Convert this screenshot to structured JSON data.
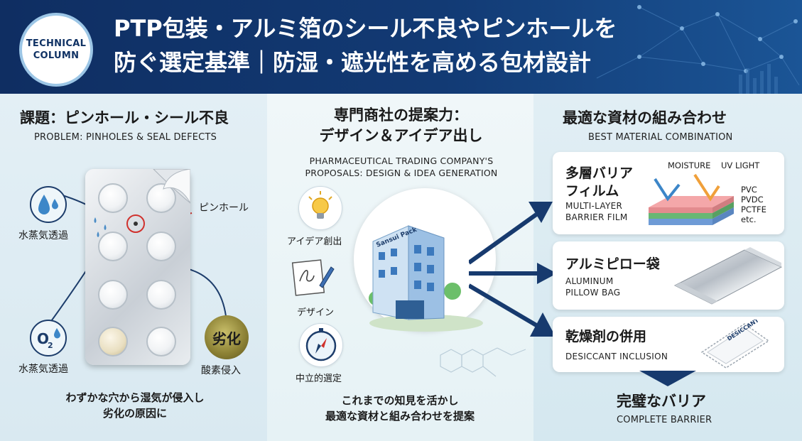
{
  "header": {
    "badge_line1": "TECHNICAL",
    "badge_line2": "COLUMN",
    "title_line1": "PTP包装・アルミ箔のシール不良やピンホールを",
    "title_line2": "防ぐ選定基準｜防湿・遮光性を高める包材設計"
  },
  "left": {
    "heading_jp": "課題：ピンホール・シール不良",
    "heading_en": "PROBLEM: PINHOLES & SEAL DEFECTS",
    "pinhole_label": "ピンホール",
    "vapor_label_1": "水蒸気透過",
    "vapor_label_2": "水蒸気透過",
    "degradation_badge": "劣化",
    "oxygen_label": "酸素侵入",
    "o2_symbol": "O",
    "o2_subscript": "2",
    "bottom_line1": "わずかな穴から湿気が侵入し",
    "bottom_line2": "劣化の原因に"
  },
  "middle": {
    "heading_line1": "専門商社の提案力：",
    "heading_line2": "デザイン＆アイデア出し",
    "sub_line1": "PHARMACEUTICAL TRADING COMPANY'S",
    "sub_line2": "PROPOSALS: DESIGN & IDEA GENERATION",
    "idea_label": "アイデア創出",
    "design_label": "デザイン",
    "neutral_label": "中立的選定",
    "building_sign": "Sansui Pack",
    "bottom_line1": "これまでの知見を活かし",
    "bottom_line2": "最適な資材と組み合わせを提案"
  },
  "right": {
    "heading_jp": "最適な資材の組み合わせ",
    "heading_en": "BEST MATERIAL COMBINATION",
    "card1": {
      "jp_line1": "多層バリア",
      "jp_line2": "フィルム",
      "en_line1": "MULTI-LAYER",
      "en_line2": "BARRIER FILM",
      "moisture": "MOISTURE",
      "uv": "UV LIGHT",
      "layers": [
        "PVC",
        "PVDC",
        "PCTFE",
        "etc."
      ]
    },
    "card2": {
      "jp": "アルミピロー袋",
      "en_line1": "ALUMINUM",
      "en_line2": "PILLOW BAG"
    },
    "card3": {
      "jp": "乾燥剤の併用",
      "en": "DESICCANT INCLUSION",
      "packet_text": "DESICCANT"
    },
    "final_jp": "完璧なバリア",
    "final_en": "COMPLETE BARRIER"
  },
  "colors": {
    "header_bg": "#0f2e62",
    "accent_blue": "#123a74",
    "pinhole_red": "#d0312d",
    "arrow_navy": "#173a6e"
  },
  "icons": [
    "water-drop-icon",
    "oxygen-icon",
    "lightbulb-icon",
    "pen-sketch-icon",
    "compass-icon",
    "office-building-icon",
    "aluminum-bag-icon",
    "desiccant-packet-icon"
  ]
}
